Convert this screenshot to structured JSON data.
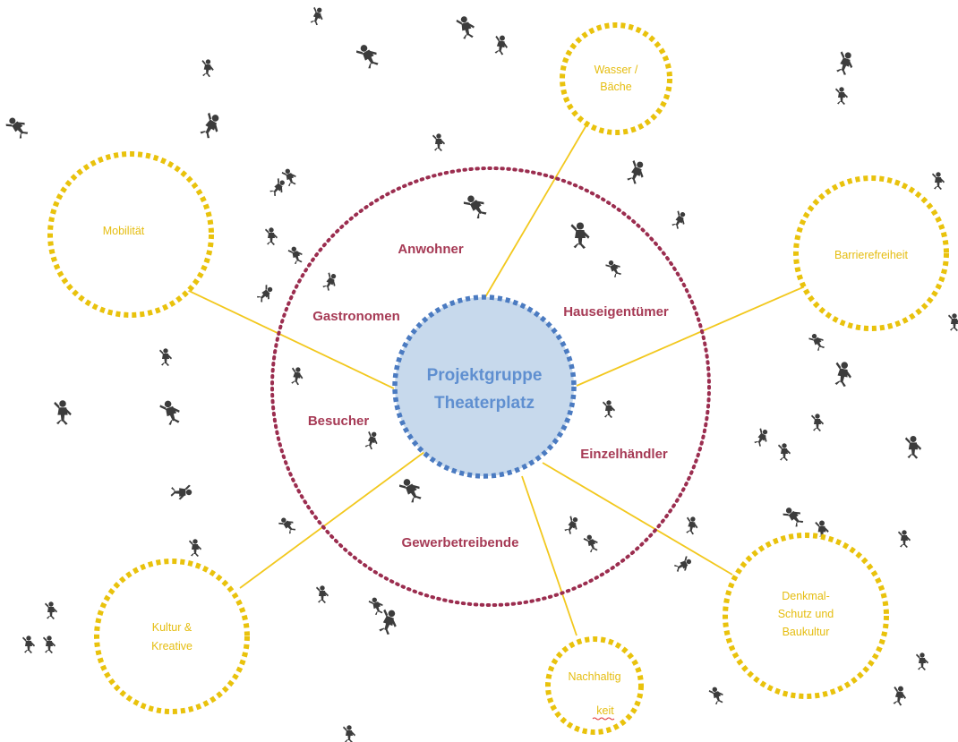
{
  "center": {
    "line1": "Projektgruppe",
    "line2": "Theaterplatz"
  },
  "stakeholders": {
    "anwohner": "Anwohner",
    "gastronomen": "Gastronomen",
    "hauseigentuemer": "Hauseigentümer",
    "besucher": "Besucher",
    "einzelhaendler": "Einzelhändler",
    "gewerbetreibende": "Gewerbetreibende"
  },
  "topics": {
    "wasser": {
      "line1": "Wasser /",
      "line2": "Bäche"
    },
    "mobilitaet": {
      "line1": "Mobilität"
    },
    "barrierefreiheit": {
      "line1": "Barrierefreiheit"
    },
    "kultur": {
      "line1": "Kultur &",
      "line2": "Kreative"
    },
    "nachhaltigkeit": {
      "line1": "Nachhaltig",
      "line2": "keit"
    },
    "denkmal": {
      "line1": "Denkmal-",
      "line2": "Schutz und",
      "line3": "Baukultur"
    }
  },
  "colors": {
    "center_fill": "#c7d9ec",
    "center_border": "#4b7bc1",
    "center_text": "#5f8fd0",
    "stakeholder_ring": "#9b2d4f",
    "stakeholder_text": "#a63a55",
    "topic_ring": "#e9c20c",
    "topic_text": "#e5bd10",
    "connector": "#f2c81e",
    "people": "#3c3c3c"
  },
  "icons": {
    "background_figures": "person-figure-icon"
  }
}
